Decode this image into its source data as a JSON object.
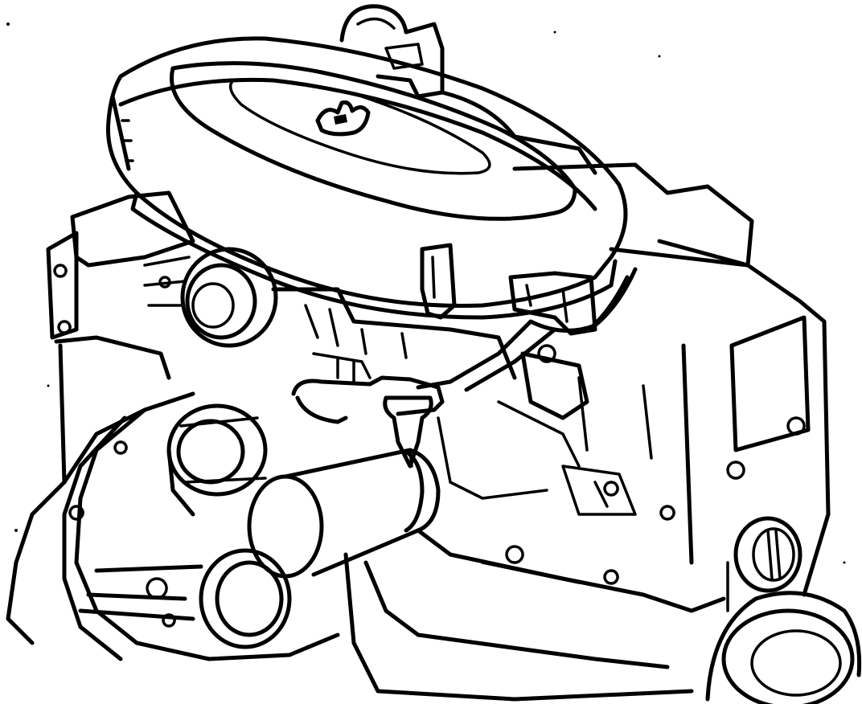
{
  "image": {
    "style": "black-and-white line drawing",
    "ink_color": "#000000",
    "paper_color": "#ffffff",
    "parts": [
      "air-cleaner-housing",
      "air-cleaner-wing-nut",
      "air-cleaner-clamp",
      "alternator-pulley",
      "water-pump-pulley",
      "crankshaft-pulley",
      "vacuum-hose",
      "fuel-pump",
      "oil-filter",
      "cylinder-block",
      "flywheel-housing",
      "starter-motor",
      "exhaust-manifold",
      "distributor"
    ]
  }
}
